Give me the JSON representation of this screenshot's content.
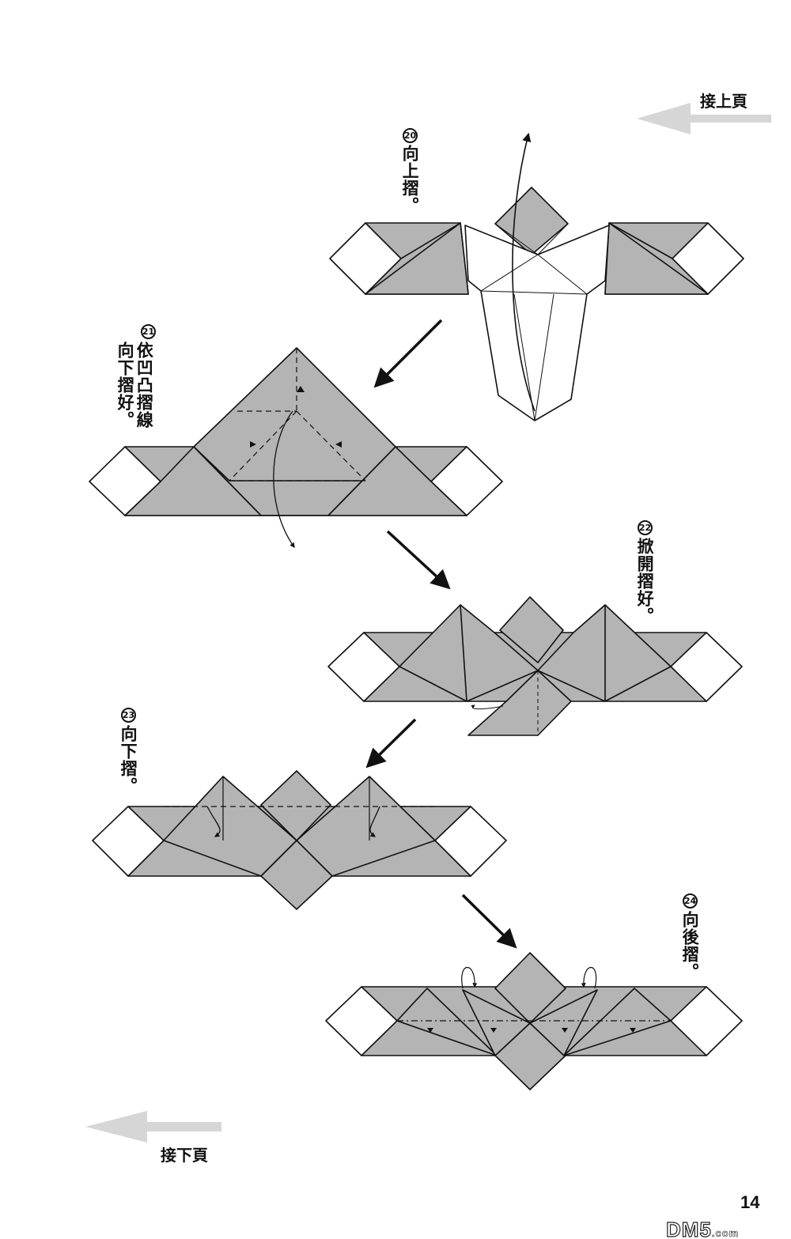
{
  "nav": {
    "continued_from": "接上頁",
    "continued_to": "接下頁"
  },
  "page_number": "14",
  "watermark": {
    "main": "DM5",
    "suffix": ".com"
  },
  "steps": [
    {
      "number": "20",
      "instruction": "向上摺。"
    },
    {
      "number": "21",
      "instruction": "依凹凸摺線向下摺好。"
    },
    {
      "number": "22",
      "instruction": "掀開摺好。"
    },
    {
      "number": "23",
      "instruction": "向下摺。"
    },
    {
      "number": "24",
      "instruction": "向後摺。"
    }
  ],
  "colors": {
    "paper_gray": "#b4b4b4",
    "paper_white": "#ffffff",
    "outline": "#111111",
    "nav_arrow": "#d6d6d6"
  }
}
